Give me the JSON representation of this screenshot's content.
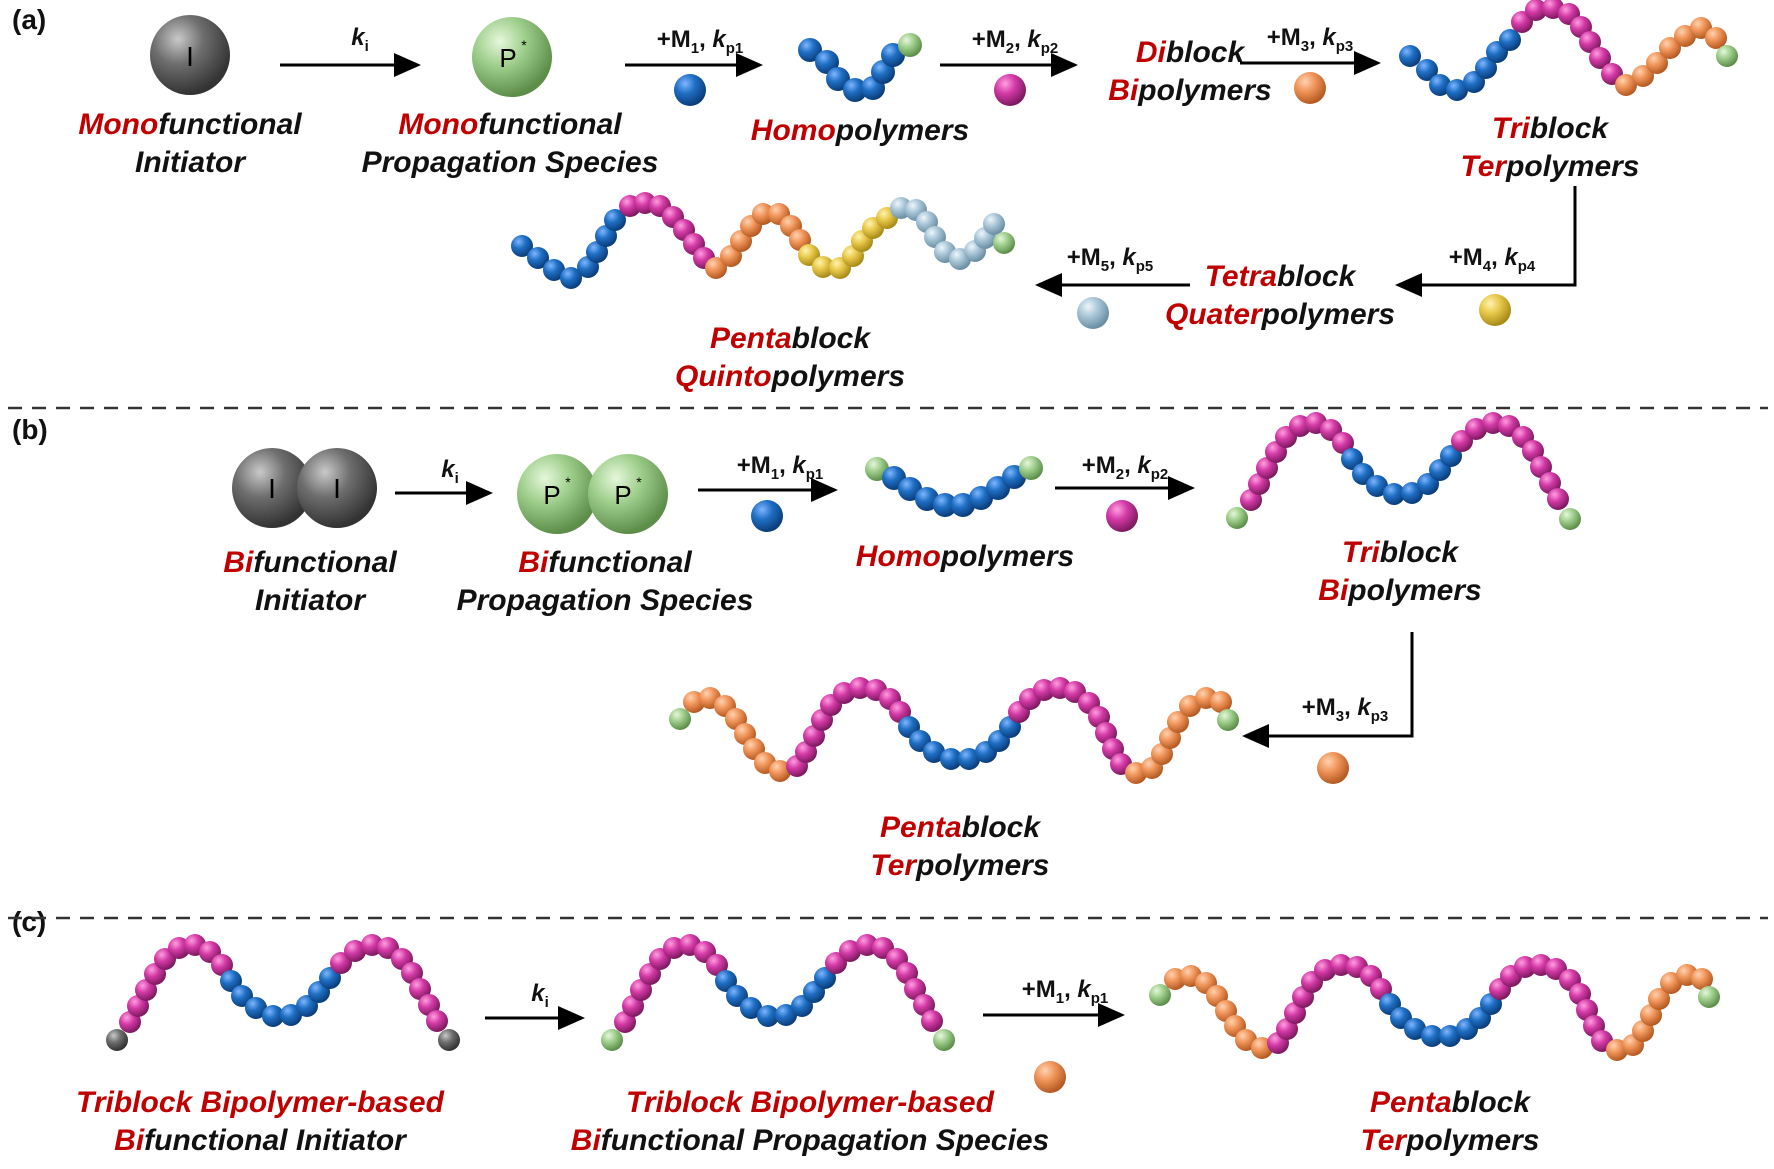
{
  "panels": [
    {
      "id": "a",
      "label": "(a)"
    },
    {
      "id": "b",
      "label": "(b)"
    },
    {
      "id": "c",
      "label": "(c)"
    }
  ],
  "spheres": {
    "I": "I",
    "P": "P",
    "P_star": "*"
  },
  "conditions": {
    "ki": {
      "k": "k",
      "sub": "i"
    },
    "M1": {
      "plus": "+M",
      "n": "1",
      "k": "k",
      "sub": "p1"
    },
    "M2": {
      "plus": "+M",
      "n": "2",
      "k": "k",
      "sub": "p2"
    },
    "M3": {
      "plus": "+M",
      "n": "3",
      "k": "k",
      "sub": "p3"
    },
    "M4": {
      "plus": "+M",
      "n": "4",
      "k": "k",
      "sub": "p4"
    },
    "M5": {
      "plus": "+M",
      "n": "5",
      "k": "k",
      "sub": "p5"
    }
  },
  "labels": {
    "a_initiator": {
      "red": "Mono",
      "rest1": "functional",
      "line2": "Initiator"
    },
    "a_propagation": {
      "red": "Mono",
      "rest1": "functional",
      "line2": "Propagation Species"
    },
    "a_homo": {
      "red": "Homo",
      "rest1": "polymers"
    },
    "a_diblock": {
      "red1": "Di",
      "rest1": "block",
      "red2": "Bi",
      "rest2": "polymers"
    },
    "a_triblock": {
      "red1": "Tri",
      "rest1": "block",
      "red2": "Ter",
      "rest2": "polymers"
    },
    "a_tetrablock": {
      "red1": "Tetra",
      "rest1": "block",
      "red2": "Quater",
      "rest2": "polymers"
    },
    "a_pentablock": {
      "red1": "Penta",
      "rest1": "block",
      "red2": "Quinto",
      "rest2": "polymers"
    },
    "b_initiator": {
      "red": "Bi",
      "rest1": "functional",
      "line2": "Initiator"
    },
    "b_propagation": {
      "red": "Bi",
      "rest1": "functional",
      "line2": "Propagation Species"
    },
    "b_homo": {
      "red": "Homo",
      "rest1": "polymers"
    },
    "b_triblock": {
      "red1": "Tri",
      "rest1": "block",
      "red2": "Bi",
      "rest2": "polymers"
    },
    "b_pentablock": {
      "red1": "Penta",
      "rest1": "block",
      "red2": "Ter",
      "rest2": "polymers"
    },
    "c_initiator": {
      "line1": "Triblock Bipolymer-based",
      "red2": "Bi",
      "rest2": "functional Initiator"
    },
    "c_propagation": {
      "line1": "Triblock Bipolymer-based",
      "red2": "Bi",
      "rest2": "functional Propagation Species"
    },
    "c_pentablock": {
      "red1": "Penta",
      "rest1": "block",
      "red2": "Ter",
      "rest2": "polymers"
    }
  },
  "colors": {
    "M1_blue": "#1f6fc4",
    "M2_magenta": "#d43aa6",
    "M3_orange": "#f0955a",
    "M4_yellow": "#e8c84a",
    "M5_lightblue": "#a9c6d8",
    "endgroup_green": "#9fcf8c",
    "initiator_gray": "#6e6e6e",
    "label_red": "#c00000"
  }
}
